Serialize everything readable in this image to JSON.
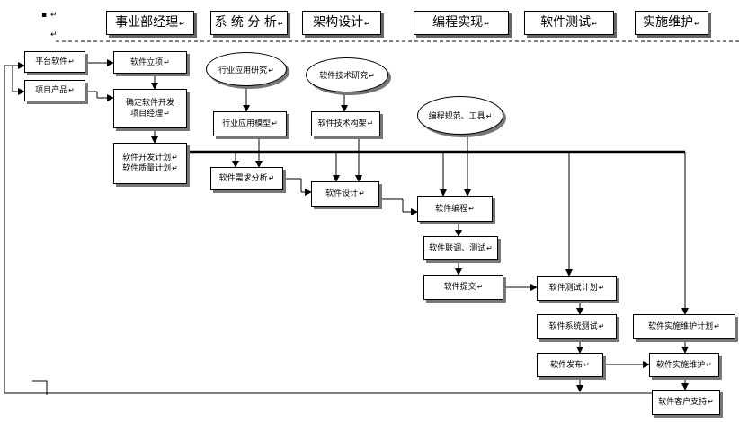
{
  "headers": {
    "manager": "事业部经理",
    "analysis": "系 统 分 析",
    "architecture": "架构设计",
    "programming": "编程实现",
    "testing": "软件测试",
    "maintenance": "实施维护"
  },
  "boxes": {
    "platform_software": "平台软件",
    "project_product": "项目产品",
    "software_initiation": "软件立项",
    "confirm_line1": "确定软件开发",
    "confirm_line2": "项目经理",
    "dev_plan": "软件开发计划",
    "quality_plan": "软件质量计划",
    "industry_model": "行业应用模型",
    "requirements_analysis": "软件需求分析",
    "tech_architecture": "软件技术构架",
    "software_design": "软件设计",
    "software_programming": "软件编程",
    "integration_testing": "软件联调、测试",
    "software_submission": "软件提交",
    "test_plan": "软件测试计划",
    "system_testing": "软件系统测试",
    "software_release": "软件发布",
    "maintenance_plan": "软件实施维护计划",
    "implementation_maintenance": "软件实施维护",
    "customer_support": "软件客户支持"
  },
  "ellipses": {
    "industry_research": "行业应用研究",
    "tech_research": "软件技术研究",
    "coding_standards": "编程规范、工具"
  },
  "marks": {
    "return_mark": "↵",
    "bullet": "▪"
  }
}
